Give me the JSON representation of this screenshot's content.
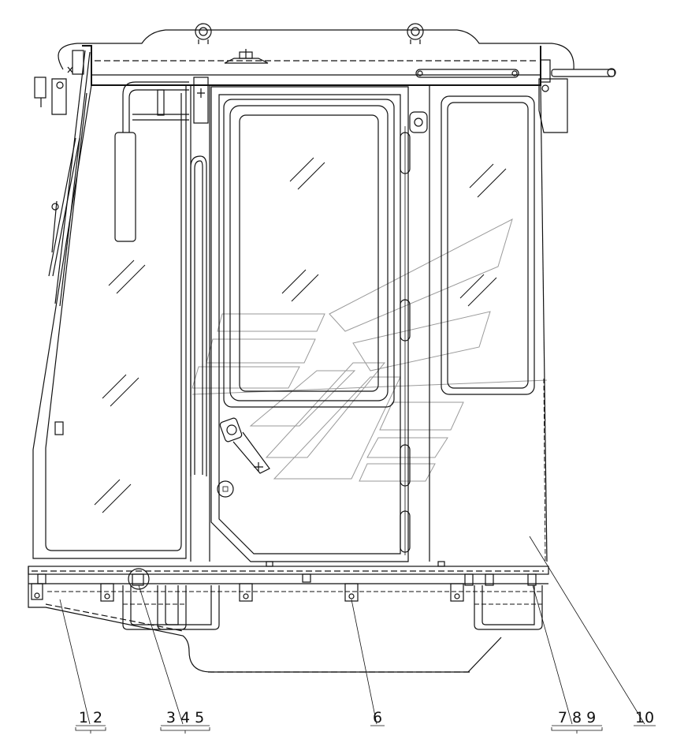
{
  "callouts": [
    {
      "id": "c12",
      "text": "1 2"
    },
    {
      "id": "c345",
      "text": "3 4 5"
    },
    {
      "id": "c6",
      "text": "6"
    },
    {
      "id": "c789",
      "text": "7 8 9"
    },
    {
      "id": "c10",
      "text": "10"
    }
  ]
}
